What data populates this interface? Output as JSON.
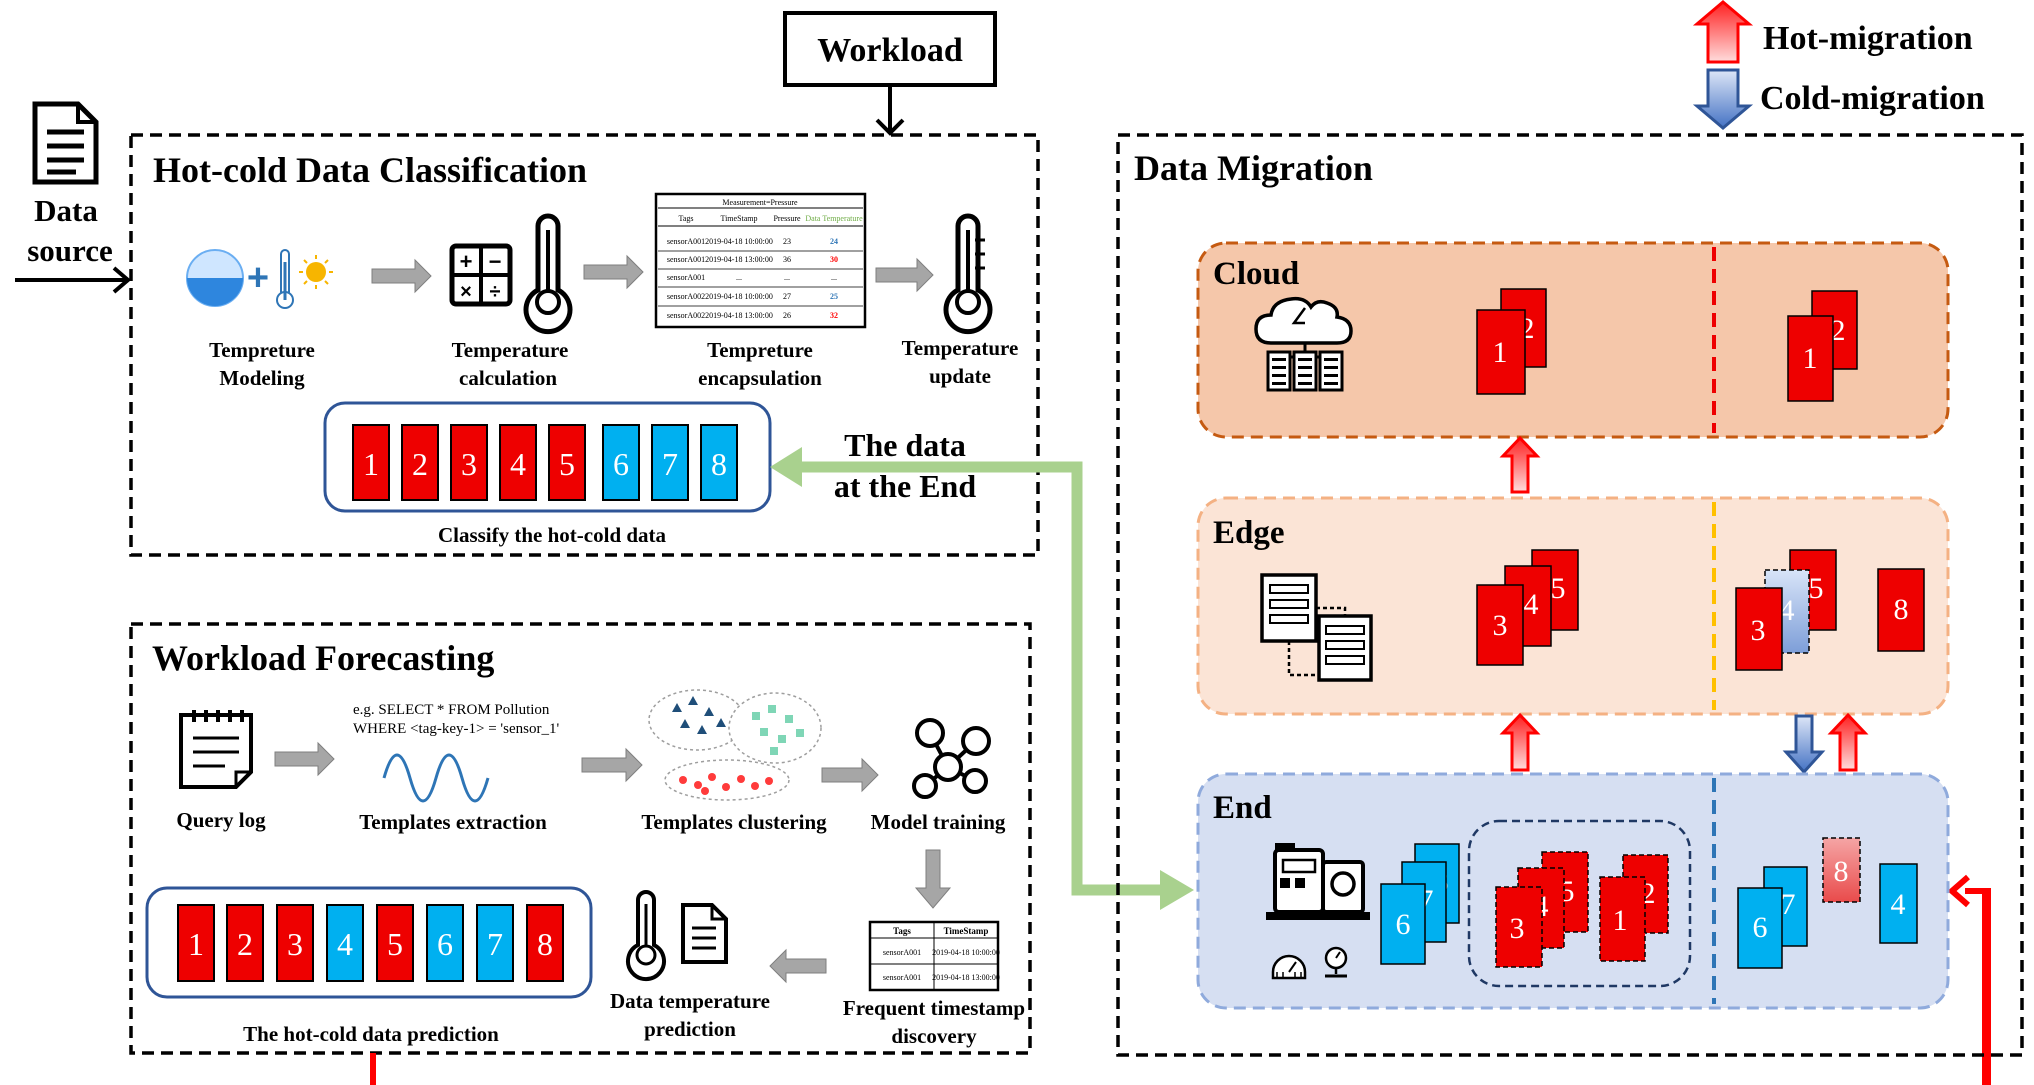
{
  "top": {
    "workload": "Workload"
  },
  "legend": {
    "hot": "Hot-migration",
    "cold": "Cold-migration"
  },
  "source": {
    "line1": "Data",
    "line2": "source"
  },
  "classification": {
    "title": "Hot-cold Data Classification",
    "steps": [
      {
        "l1": "Tempreture",
        "l2": "Modeling"
      },
      {
        "l1": "Temperature",
        "l2": "calculation"
      },
      {
        "l1": "Tempreture",
        "l2": "encapsulation"
      },
      {
        "l1": "Temperature",
        "l2": "update"
      }
    ],
    "blocks": [
      "1",
      "2",
      "3",
      "4",
      "5",
      "6",
      "7",
      "8"
    ],
    "caption": "Classify the hot-cold data",
    "end_note": {
      "l1": "The data",
      "l2": "at the End"
    },
    "table": {
      "title": "Measurement=Pressure",
      "headers": [
        "Tags",
        "TimeStamp",
        "Pressure",
        "Data Temperature"
      ],
      "rows": [
        [
          "sensorA001",
          "2019-04-18 10:00:00",
          "23",
          "24"
        ],
        [
          "sensorA001",
          "2019-04-18 13:00:00",
          "36",
          "30"
        ],
        [
          "sensorA001",
          "...",
          "...",
          "..."
        ],
        [
          "sensorA002",
          "2019-04-18 10:00:00",
          "27",
          "25"
        ],
        [
          "sensorA002",
          "2019-04-18 13:00:00",
          "26",
          "32"
        ]
      ]
    }
  },
  "forecasting": {
    "title": "Workload Forecasting",
    "query_line1": "e.g. SELECT * FROM Pollution",
    "query_line2": "WHERE <tag-key-1> = 'sensor_1'",
    "steps": [
      "Query log",
      "Templates extraction",
      "Templates clustering",
      "Model training"
    ],
    "freq": {
      "l1": "Frequent timestamp",
      "l2": "discovery"
    },
    "pred": {
      "l1": "Data temperature",
      "l2": "prediction"
    },
    "blocks": [
      "1",
      "2",
      "3",
      "4",
      "5",
      "6",
      "7",
      "8"
    ],
    "caption": "The hot-cold data prediction",
    "table": {
      "headers": [
        "Tags",
        "TimeStamp"
      ],
      "rows": [
        [
          "sensorA001",
          "2019-04-18 10:00:00"
        ],
        [
          "sensorA001",
          "2019-04-18 13:00:00"
        ]
      ]
    }
  },
  "migration": {
    "title": "Data Migration",
    "tiers": [
      "Cloud",
      "Edge",
      "End"
    ],
    "cloud_left": [
      "1",
      "2"
    ],
    "cloud_right": [
      "1",
      "2"
    ],
    "edge_left": [
      "3",
      "4",
      "5"
    ],
    "edge_right": [
      "3",
      "4",
      "5",
      "8"
    ],
    "end_left": [
      "6",
      "7",
      "8"
    ],
    "end_middle_a": [
      "3",
      "4",
      "5"
    ],
    "end_middle_b": [
      "1",
      "2"
    ],
    "end_right": [
      "6",
      "7",
      "8",
      "4"
    ]
  },
  "colors": {
    "hot": "#ee0000",
    "cold": "#00b0f0",
    "cloud_fill": "#f5c7aa",
    "edge_fill": "#fbe4d6",
    "end_fill": "#d6dff2",
    "flow_green": "#a9d18e",
    "flow_red": "#ff0000"
  }
}
